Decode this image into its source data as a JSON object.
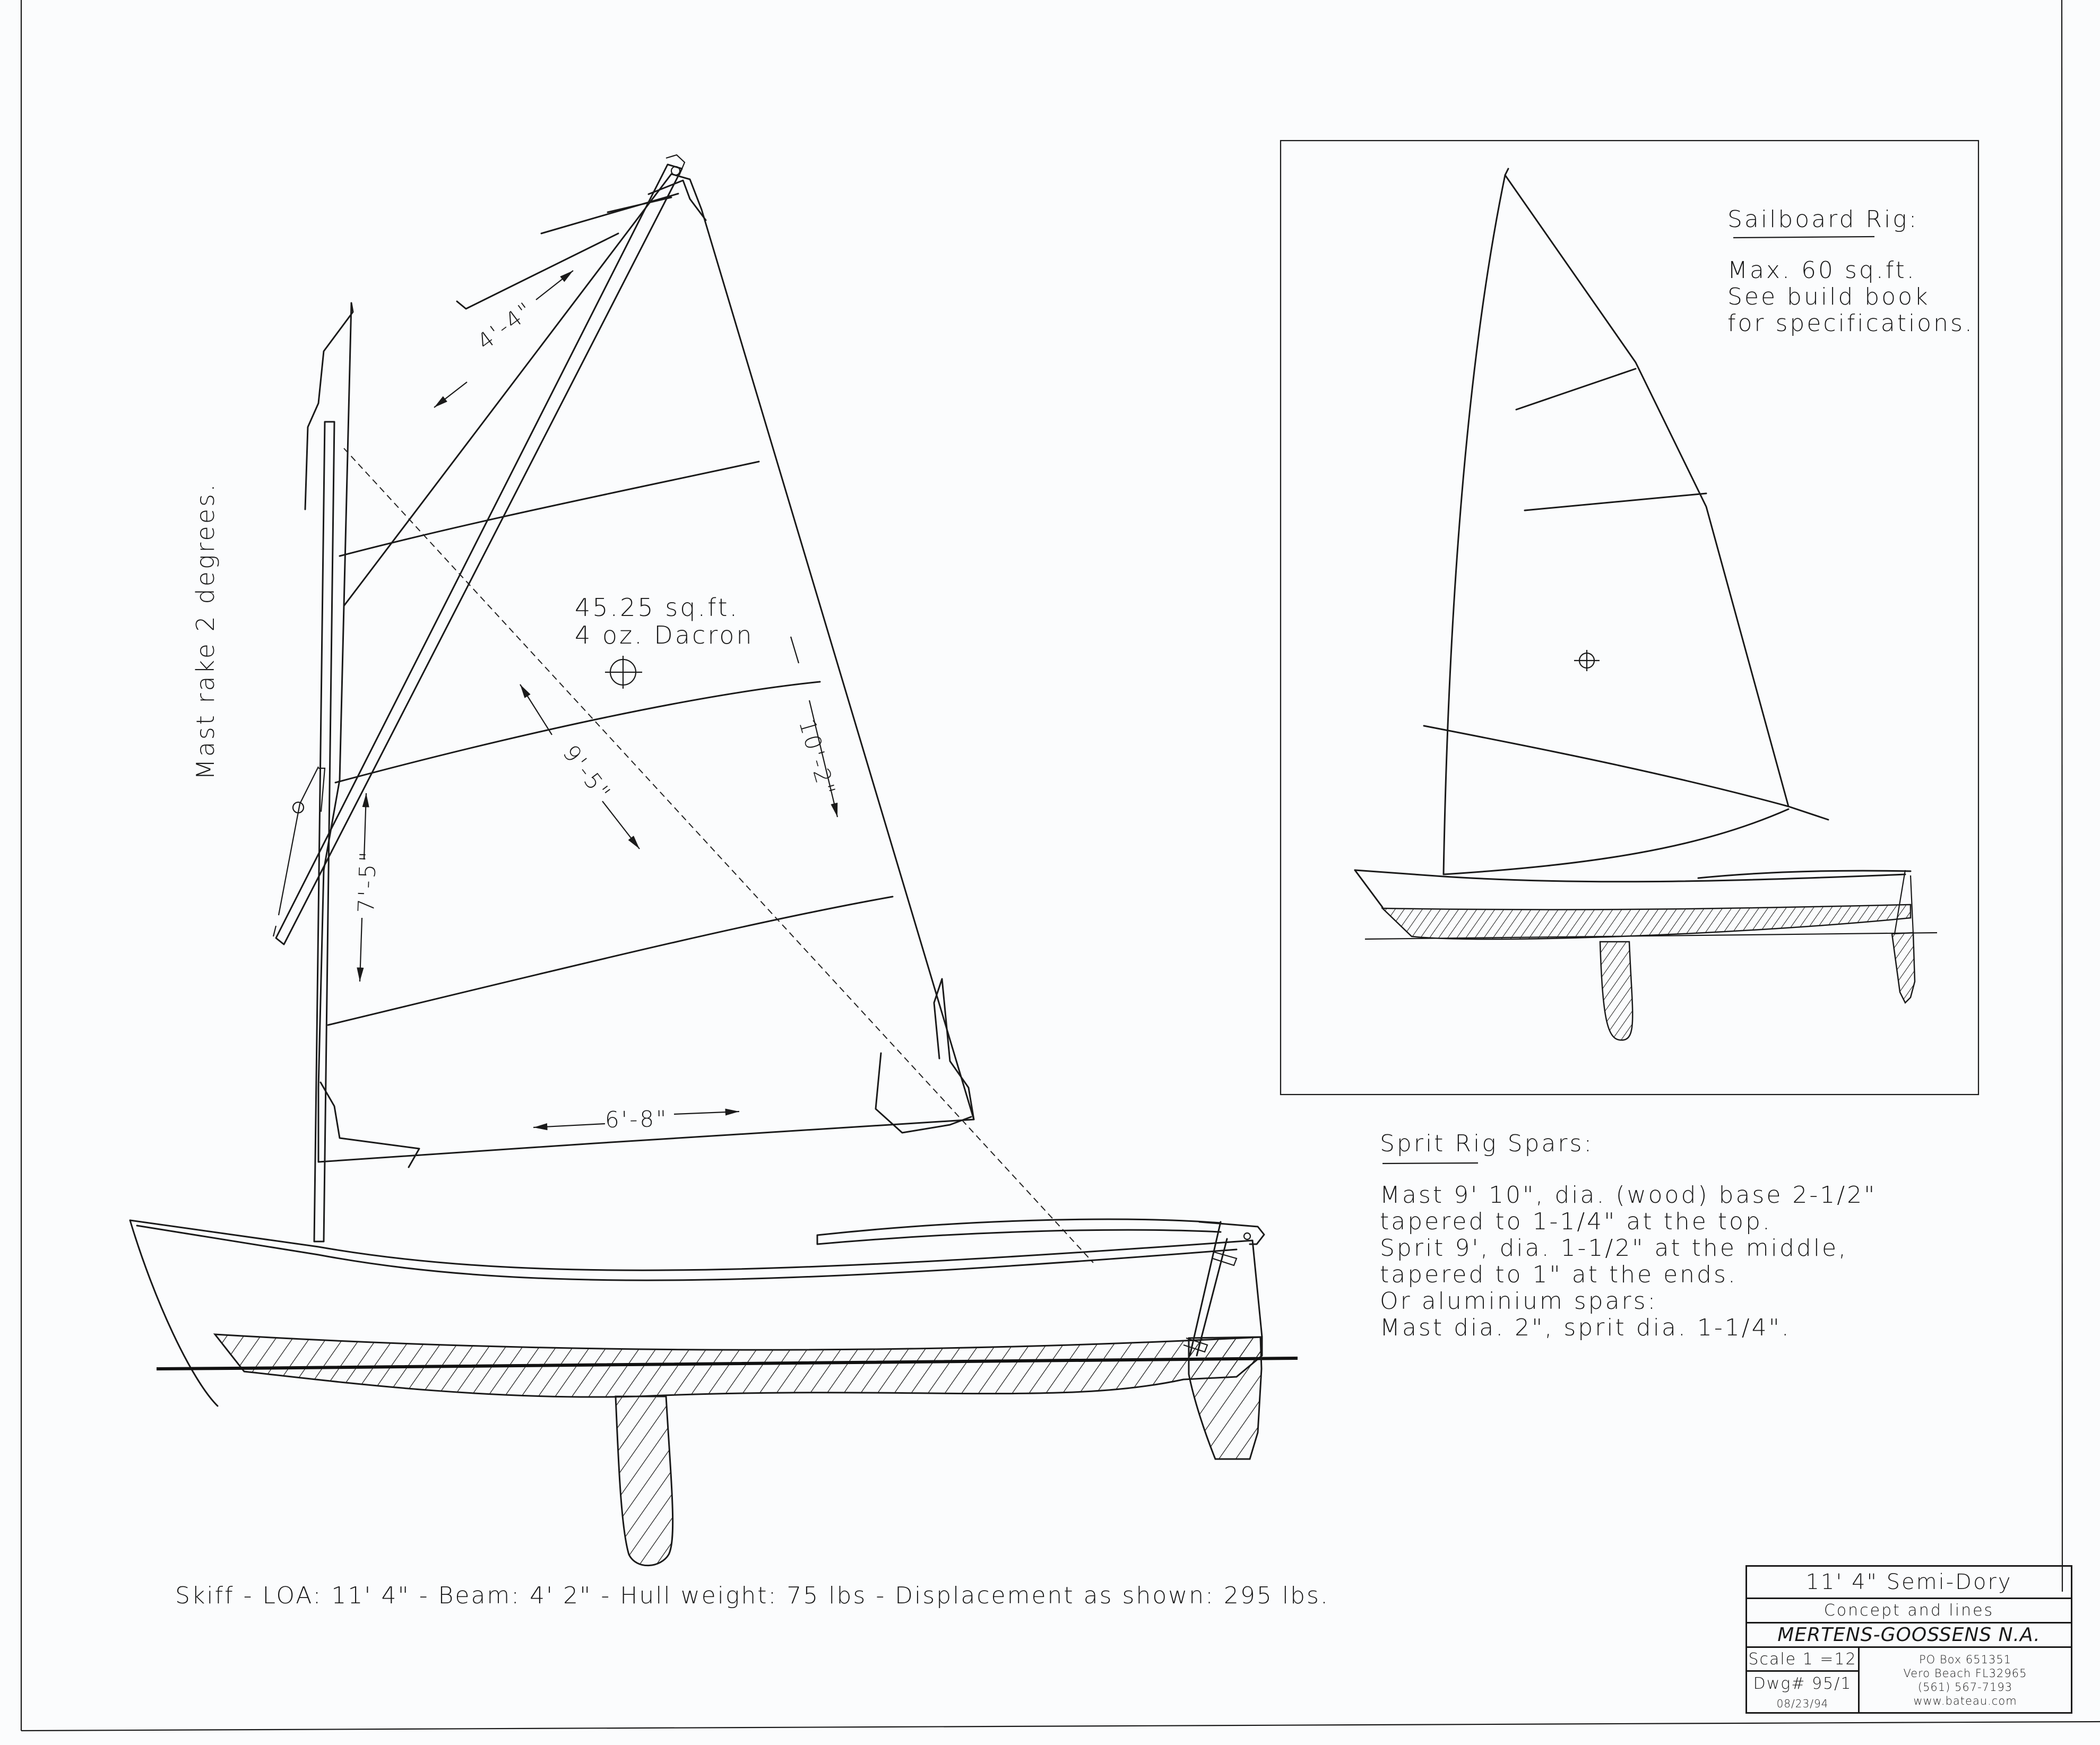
{
  "main_drawing": {
    "mast_rake_note": "Mast rake 2 degrees.",
    "sail_area": "45.25 sq.ft.",
    "sail_material": "4 oz. Dacron",
    "dimensions": {
      "head": "4'-4\"",
      "diagonal": "9'-5\"",
      "leech": "10'-2\"",
      "luff": "7'-5\"",
      "foot": "6'-8\""
    },
    "specs_caption": "Skiff - LOA: 11' 4\" - Beam: 4' 2\" - Hull weight: 75 lbs - Displacement as shown: 295 lbs."
  },
  "inset": {
    "heading": "Sailboard Rig:",
    "lines": [
      "Max. 60 sq.ft.",
      "See build book",
      "for specifications."
    ]
  },
  "spars_note": {
    "heading": "Sprit Rig Spars:",
    "lines": [
      "Mast 9' 10\", dia. (wood) base 2-1/2\"",
      "tapered to 1-1/4\" at the top.",
      "Sprit 9', dia. 1-1/2\" at the middle,",
      "tapered to 1\" at the ends.",
      "Or aluminium spars:",
      "Mast dia. 2\", sprit dia. 1-1/4\"."
    ]
  },
  "title_block": {
    "title": "11' 4\" Semi-Dory",
    "subtitle": "Concept and lines",
    "designer": "MERTENS-GOOSSENS N.A.",
    "scale": "Scale 1 =12",
    "drawing_number": "Dwg# 95/1",
    "date": "08/23/94",
    "address": [
      "PO Box 651351",
      "Vero Beach FL32965",
      "(561) 567-7193",
      "www.bateau.com"
    ]
  }
}
